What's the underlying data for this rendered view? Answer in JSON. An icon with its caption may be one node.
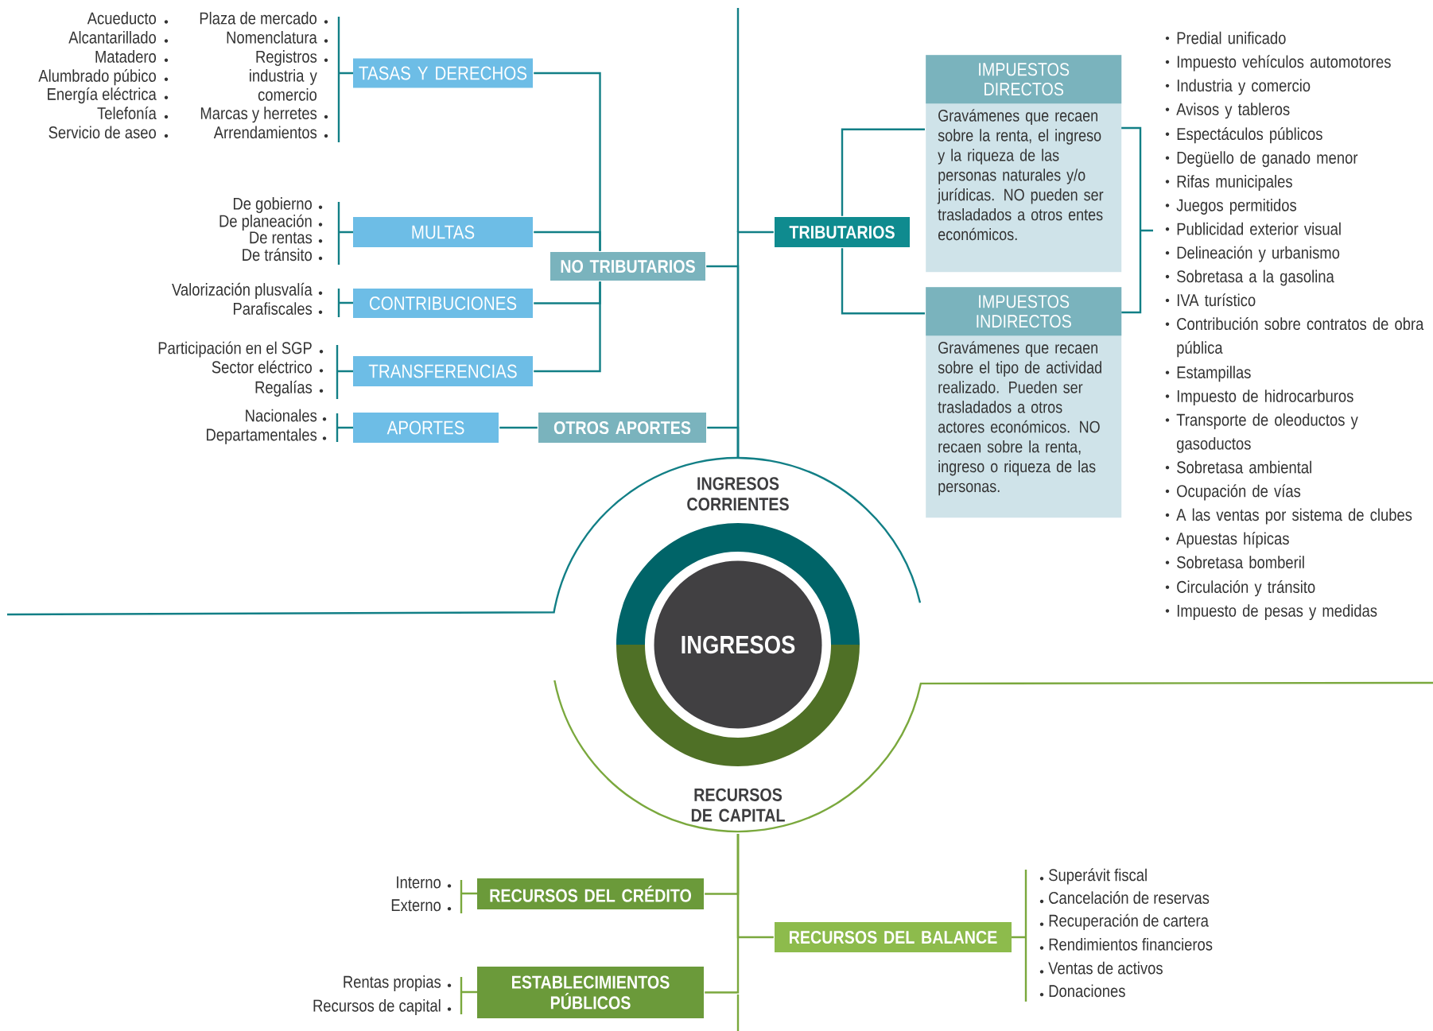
{
  "diagram": {
    "nodes": [
      {
        "text": [
          "INGRESOS"
        ]
      },
      {
        "text": [
          "INGRESOS CORRIENTES"
        ]
      },
      {
        "text": [
          "RECURSOS DE CAPITAL"
        ]
      },
      {
        "text": [
          "TRIBUTARIOS"
        ]
      },
      {
        "text": [
          "IMPUESTOS DIRECTOS",
          "Gravámenes que recaen sobre la renta, el ingreso y la riqueza de las personas naturales y/o jurídicas. NO pueden ser trasladados a otros entes económicos."
        ]
      },
      {
        "text": [
          "IMPUESTOS INDIRECTOS",
          "Gravámenes que recaen sobre el tipo de actividad realizado. Pueden ser trasladados a otros actores económicos. NO recaen sobre la renta, ingreso o riqueza de las personas."
        ]
      },
      {
        "text": [
          "NO TRIBUTARIOS"
        ]
      },
      {
        "text": [
          "TASAS Y DERECHOS"
        ]
      },
      {
        "text": [
          "MULTAS"
        ]
      },
      {
        "text": [
          "CONTRIBUCIONES"
        ]
      },
      {
        "text": [
          "TRANSFERENCIAS"
        ]
      },
      {
        "text": [
          "OTROS APORTES"
        ]
      },
      {
        "text": [
          "APORTES"
        ]
      },
      {
        "text": [
          "RECURSOS DEL CRÉDITO"
        ]
      },
      {
        "text": [
          "RECURSOS DEL BALANCE"
        ]
      },
      {
        "text": [
          "ESTABLECIMIENTOS PÚBLICOS"
        ]
      }
    ],
    "edges": [
      {
        "from": 1,
        "to": 3,
        "arrow": "none"
      },
      {
        "from": 1,
        "to": 6,
        "arrow": "none"
      },
      {
        "from": 1,
        "to": 11,
        "arrow": "none"
      },
      {
        "from": 3,
        "to": 4,
        "arrow": "none"
      },
      {
        "from": 3,
        "to": 5,
        "arrow": "none"
      },
      {
        "from": 6,
        "to": 7,
        "arrow": "none"
      },
      {
        "from": 6,
        "to": 8,
        "arrow": "none"
      },
      {
        "from": 6,
        "to": 9,
        "arrow": "none"
      },
      {
        "from": 6,
        "to": 10,
        "arrow": "none"
      },
      {
        "from": 11,
        "to": 12,
        "arrow": "none"
      },
      {
        "from": 2,
        "to": 13,
        "arrow": "none",
        "color": "#7aa83d"
      },
      {
        "from": 2,
        "to": 14,
        "arrow": "none",
        "color": "#7aa83d"
      },
      {
        "from": 2,
        "to": 15,
        "arrow": "none",
        "color": "#7aa83d"
      }
    ],
    "labels": [
      "Acueducto",
      "Alcantarillado",
      "Matadero",
      "Alumbrado púbico",
      "Energía eléctrica",
      "Telefonía",
      "Servicio de aseo",
      "Plaza de mercado",
      "Nomenclatura",
      "Registros industria y comercio",
      "Marcas y herretes",
      "Arrendamientos",
      "De gobierno",
      "De planeación",
      "De rentas",
      "De tránsito",
      "Valorización plusvalía",
      "Parafiscales",
      "Participación en el SGP",
      "Sector eléctrico",
      "Regalías",
      "Nacionales",
      "Departamentales",
      "Predial unificado",
      "Impuesto vehículos automotores",
      "Industria y comercio",
      "Avisos y tableros",
      "Espectáculos públicos",
      "Degüello de ganado menor",
      "Rifas municipales",
      "Juegos permitidos",
      "Publicidad exterior visual",
      "Delineación y urbanismo",
      "Sobretasa a la gasolina",
      "IVA turístico",
      "Contribución sobre contratos de obra pública",
      "Estampillas",
      "Impuesto de hidrocarburos",
      "Transporte de oleoductos y gasoductos",
      "Sobretasa ambiental",
      "Ocupación de vías",
      "A las ventas por sistema de clubes",
      "Apuestas hípicas",
      "Sobretasa bomberil",
      "Circulación y tránsito",
      "Impuesto de pesas y medidas",
      "Interno",
      "Externo",
      "Rentas propias",
      "Recursos de capital",
      "Superávit fiscal",
      "Cancelación de reservas",
      "Recuperación de cartera",
      "Rendimientos financieros",
      "Ventas de activos",
      "Donaciones"
    ]
  }
}
